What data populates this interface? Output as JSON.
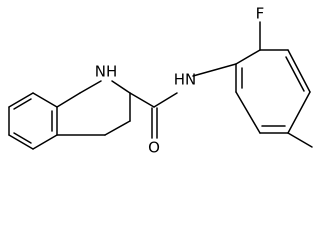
{
  "structure": {
    "atom_labels": {
      "ring_nh": "NH",
      "amide_nh": "HN",
      "carbonyl_o": "O",
      "fluorine": "F"
    },
    "colors": {
      "background": "#ffffff",
      "bonds": "#000000",
      "labels": "#000000"
    }
  }
}
